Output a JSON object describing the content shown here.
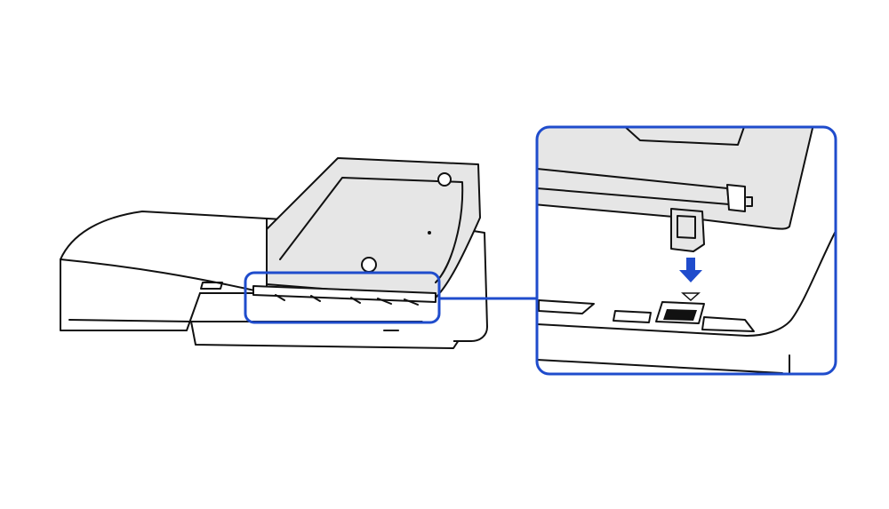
{
  "colors": {
    "highlight": "#1f4ccc",
    "line": "#111111",
    "panel_fill": "#e6e6e6",
    "slot_fill": "#111111"
  },
  "icons": [
    "console-illustration",
    "drive-cover-illustration",
    "magnify-inset",
    "down-arrow-icon",
    "alignment-triangle-icon"
  ]
}
